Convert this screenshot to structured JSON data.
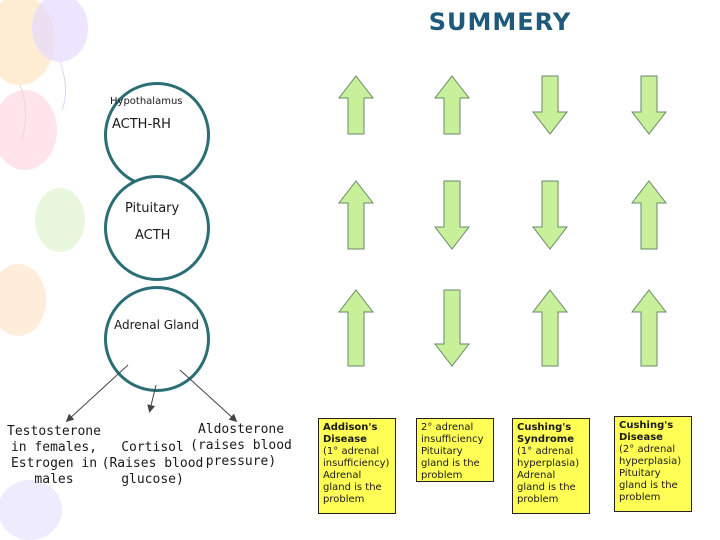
{
  "title": "SUMMERY",
  "hypothalamus": {
    "name": "Hypothalamus",
    "hormone": "ACTH-RH"
  },
  "pituitary": {
    "name": "Pituitary",
    "hormone": "ACTH"
  },
  "adrenal": {
    "name": "Adrenal Gland"
  },
  "outputs": [
    {
      "label": "Testosterone\nin females,\nEstrogen in\nmales"
    },
    {
      "label": "Cortisol\n(Raises blood\nglucose)"
    },
    {
      "label": "Aldosterone\n(raises blood\npressure)"
    }
  ],
  "columns": [
    {
      "title": "Addison's Disease",
      "desc": "(1° adrenal insufficiency) Adrenal gland is the problem",
      "arrows": [
        "up",
        "up",
        "up"
      ]
    },
    {
      "title": "",
      "desc": "2° adrenal insufficiency Pituitary gland is the problem",
      "arrows": [
        "up",
        "down",
        "down"
      ]
    },
    {
      "title": "Cushing's Syndrome",
      "desc": "(1° adrenal hyperplasia) Adrenal gland is the problem",
      "arrows": [
        "down",
        "down",
        "up"
      ]
    },
    {
      "title": "Cushing's Disease",
      "desc": "(2° adrenal hyperplasia) Pituitary gland is the problem",
      "arrows": [
        "down",
        "up",
        "up"
      ]
    }
  ],
  "colors": {
    "title": "#1f5a7a",
    "circle_border": "#2c6e75",
    "arrow_fill": "#c8ef9a",
    "arrow_stroke": "#6a8a6a",
    "box_fill": "#ffff55"
  }
}
